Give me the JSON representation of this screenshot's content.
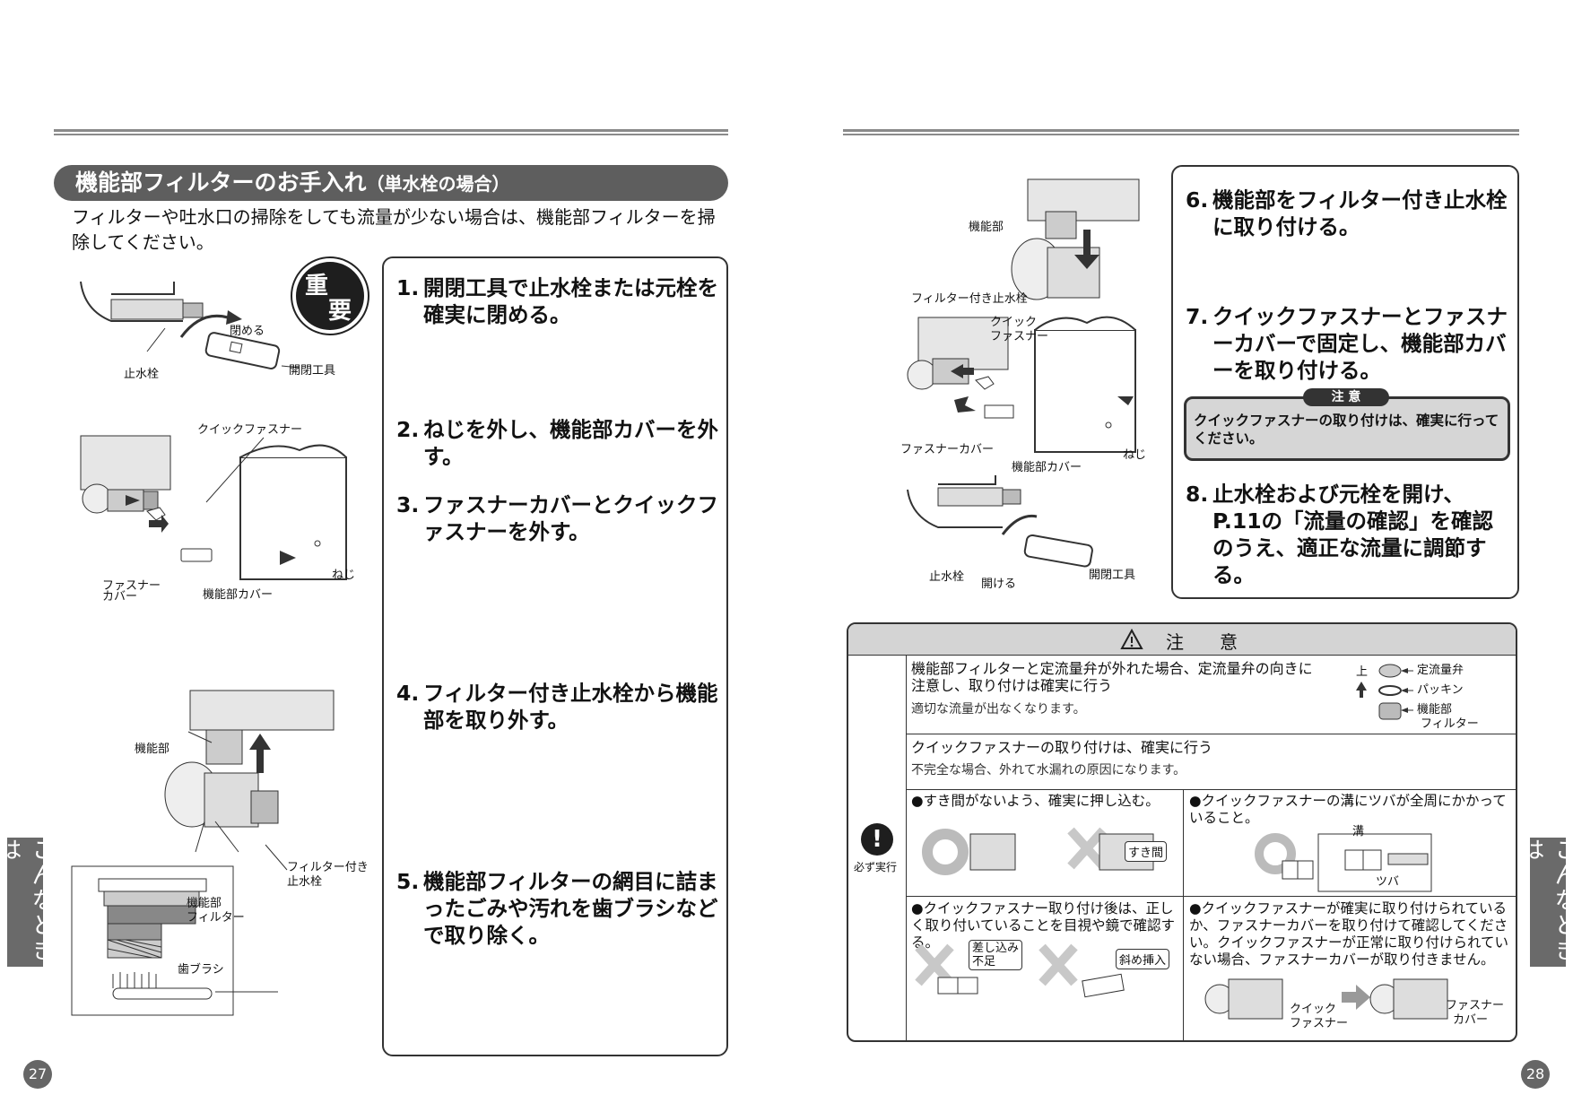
{
  "left": {
    "heading": "機能部フィルターのお手入れ",
    "heading_sub": "（単水栓の場合）",
    "intro": "フィルターや吐水口の掃除をしても流量が少ない場合は、機能部フィルターを掃除してください。",
    "important_badge": [
      "重",
      "要"
    ],
    "steps": [
      {
        "num": "1.",
        "text": "開閉工具で止水栓または元栓を確実に閉める。"
      },
      {
        "num": "2.",
        "text": "ねじを外し、機能部カバーを外す。"
      },
      {
        "num": "3.",
        "text": "ファスナーカバーとクイックファスナーを外す。"
      },
      {
        "num": "4.",
        "text": "フィルター付き止水栓から機能部を取り外す。"
      },
      {
        "num": "5.",
        "text": "機能部フィルターの網目に詰まったごみや汚れを歯ブラシなどで取り除く。"
      }
    ],
    "labels": {
      "close": "閉める",
      "stop_valve": "止水栓",
      "tool": "開閉工具",
      "quick_fastener": "クイックファスナー",
      "fastener_cover_1": "ファスナー",
      "fastener_cover_2": "カバー",
      "unit_cover": "機能部カバー",
      "screw": "ねじ",
      "unit": "機能部",
      "filter_valve_1": "フィルター付き",
      "filter_valve_2": "止水栓",
      "unit_filter_1": "機能部",
      "unit_filter_2": "フィルター",
      "toothbrush": "歯ブラシ"
    },
    "side_tab": "こんなときは",
    "page_number": "27"
  },
  "right": {
    "steps": [
      {
        "num": "6.",
        "text": "機能部をフィルター付き止水栓に取り付ける。"
      },
      {
        "num": "7.",
        "text": "クイックファスナーとファスナーカバーで固定し、機能部カバーを取り付ける。"
      },
      {
        "num": "8.",
        "text": "止水栓および元栓を開け、P.11の「流量の確認」を確認のうえ、適正な流量に調節する。"
      }
    ],
    "note_title": "注 意",
    "note_text": "クイックファスナーの取り付けは、確実に行ってください。",
    "labels": {
      "unit": "機能部",
      "filter_valve": "フィルター付き止水栓",
      "quick_fastener_1": "クイック",
      "quick_fastener_2": "ファスナー",
      "fastener_cover": "ファスナーカバー",
      "unit_cover": "機能部カバー",
      "screw": "ねじ",
      "stop_valve": "止水栓",
      "open": "開ける",
      "tool": "開閉工具"
    },
    "caution": {
      "title": "注　　意",
      "must_do": "必ず実行",
      "row1_title": "機能部フィルターと定流量弁が外れた場合、定流量弁の向きに注意し、取り付けは確実に行う",
      "row1_sub": "適切な流量が出なくなります。",
      "row1_labels": {
        "up": "上",
        "flow_valve": "定流量弁",
        "packing": "パッキン",
        "filter_1": "機能部",
        "filter_2": "フィルター"
      },
      "row2_title": "クイックファスナーの取り付けは、確実に行う",
      "row2_sub": "不完全な場合、外れて水漏れの原因になります。",
      "b1": "●すき間がないよう、確実に押し込む。",
      "b1_label": "すき間",
      "b2": "●クイックファスナーの溝にツバが全周にかかっていること。",
      "b2_labels": {
        "groove": "溝",
        "flange": "ツバ"
      },
      "b3": "●クイックファスナー取り付け後は、正しく取り付いていることを目視や鏡で確認する。",
      "b3_labels": {
        "insert_short_1": "差し込み",
        "insert_short_2": "不足",
        "oblique": "斜め挿入"
      },
      "b4": "●クイックファスナーが確実に取り付けられているか、ファスナーカバーを取り付けて確認してください。クイックファスナーが正常に取り付けられていない場合、ファスナーカバーが取り付きません。",
      "b4_labels": {
        "qf_1": "クイック",
        "qf_2": "ファスナー",
        "fc_1": "ファスナー",
        "fc_2": "カバー"
      }
    },
    "side_tab": "こんなときは",
    "page_number": "28"
  }
}
